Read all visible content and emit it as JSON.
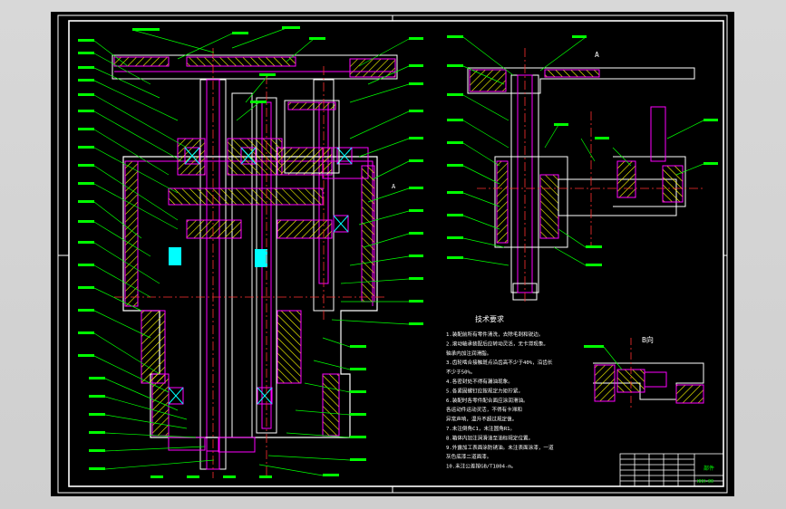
{
  "drawing": {
    "title_block": {
      "drawing_name": "部件",
      "drawing_number": "XXX-00"
    },
    "view_labels": {
      "right_view": "A",
      "detail_view": "B向",
      "section_mark": "A"
    },
    "tech_requirements": {
      "heading": "技术要求",
      "lines": [
        "1.装配前所有零件清洗，去除毛刺和锐边。",
        "2.滚动轴承装配后应转动灵活，无卡滞现象。",
        "  轴承内加注润滑脂。",
        "3.齿轮啮合接触斑点沿齿高不少于40%，沿齿长",
        "  不少于50%。",
        "4.各密封处不得有漏油现象。",
        "5.各紧固螺钉应按规定力矩拧紧。",
        "6.装配时各零件配合面应涂润滑油。",
        "  各运动件运动灵活，不得有卡滞和",
        "  异常声响，温升不超过规定值。",
        "7.未注倒角C1，未注圆角R1。",
        "8.箱体内加注润滑油至油标规定位置。",
        "9.外露加工表面涂防锈油。未注表面涂漆，一道",
        "  灰色底漆二道面漆。",
        "10.未注公差按GB/T1804-m。"
      ]
    },
    "colors": {
      "outline": "#ffffff",
      "part": "#ff00ff",
      "leader": "#00ff00",
      "centerline": "#ff3030",
      "accent": "#00ffff",
      "hatch": "#ffff00"
    }
  }
}
